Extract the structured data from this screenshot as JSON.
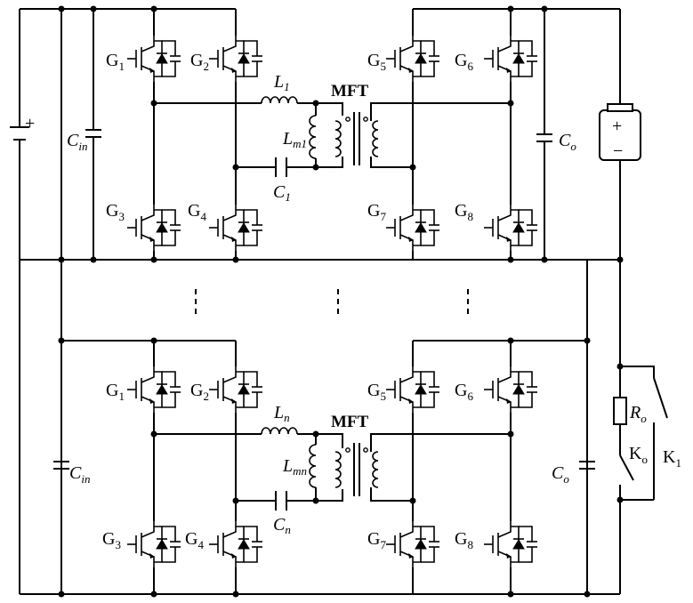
{
  "top_module": {
    "switches": [
      "G1",
      "G2",
      "G3",
      "G4",
      "G5",
      "G6",
      "G7",
      "G8"
    ],
    "inductor": "L1",
    "magnetizing_inductor": "Lm1",
    "capacitor": "C1",
    "transformer": "MFT",
    "input_capacitor": "Cin",
    "output_capacitor": "Co"
  },
  "bottom_module": {
    "switches": [
      "G1",
      "G2",
      "G3",
      "G4",
      "G5",
      "G6",
      "G7",
      "G8"
    ],
    "inductor": "Ln",
    "magnetizing_inductor": "Lmn",
    "capacitor": "Cn",
    "transformer": "MFT",
    "input_capacitor": "Cin",
    "output_capacitor": "Co"
  },
  "load": {
    "resistor": "Ro",
    "switch_o": "Ko",
    "switch_1": "K1"
  },
  "battery": {
    "plus": "+",
    "minus": "−"
  },
  "source": {
    "plus": "+"
  }
}
